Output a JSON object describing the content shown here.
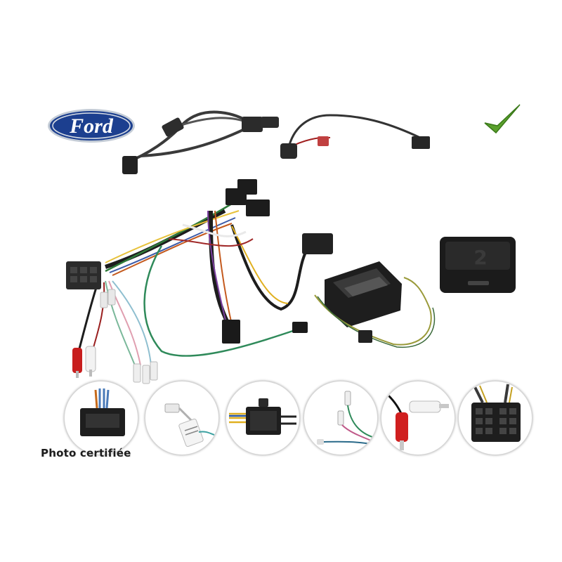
{
  "brand": {
    "name": "Ford",
    "logo_color": "#1c3f8f"
  },
  "caption": {
    "text": "Photo certifiée"
  },
  "check_mark": {
    "icon": "green-check-icon",
    "color": "#5aa02c"
  },
  "detail_circles": [
    {
      "name": "detail-circle-iso-plug",
      "icon": "plug-icon"
    },
    {
      "name": "detail-circle-terminal",
      "icon": "terminal-icon"
    },
    {
      "name": "detail-circle-multipin",
      "icon": "connector-icon"
    },
    {
      "name": "detail-circle-wires",
      "icon": "wire-icon"
    },
    {
      "name": "detail-circle-rca",
      "icon": "rca-icon"
    },
    {
      "name": "detail-circle-iso-socket",
      "icon": "socket-icon"
    }
  ]
}
